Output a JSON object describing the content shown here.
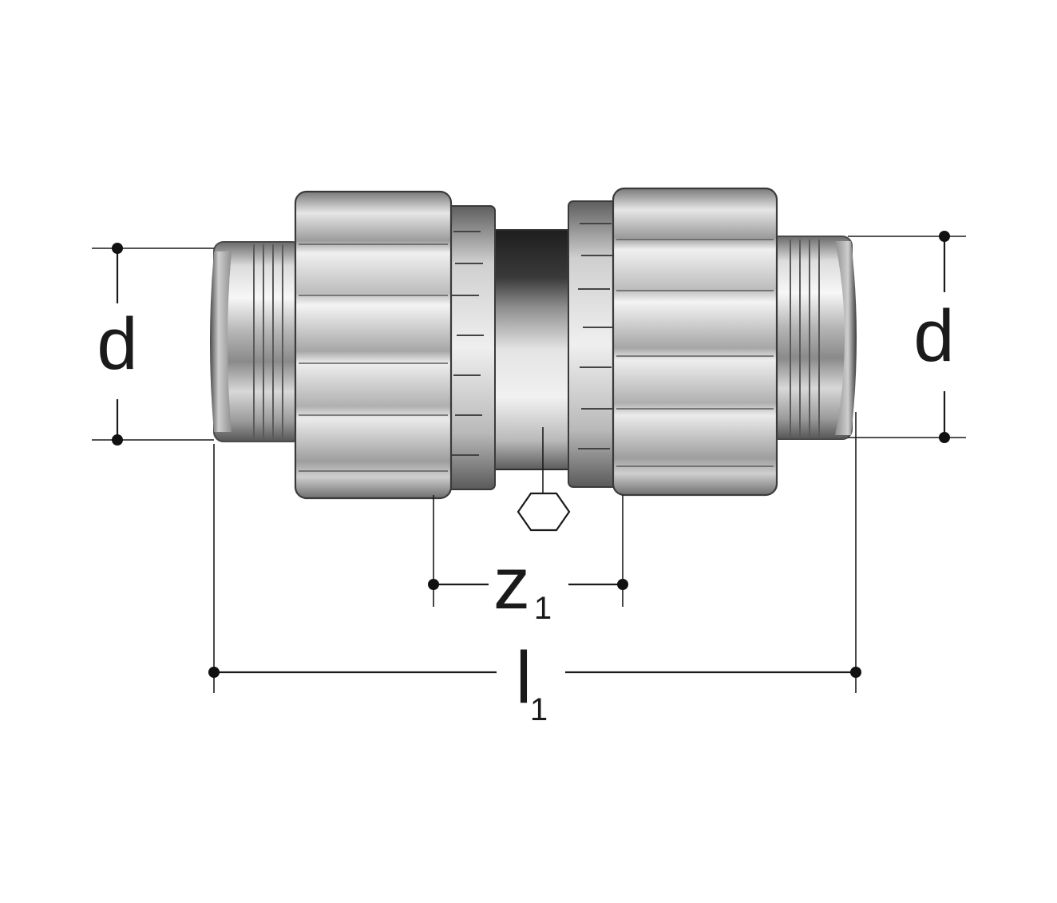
{
  "labels": {
    "diameter_left": "d",
    "diameter_right": "d",
    "z_main": "z",
    "z_sub": "1",
    "l_main": "l",
    "l_sub": "1"
  },
  "icons": {
    "wrench_size": "hexagon-icon"
  },
  "colors": {
    "line": "#1a1a1a",
    "metal_light": "#f2f2f2",
    "metal_mid": "#a9a9a9",
    "metal_dark": "#3c3c3c"
  }
}
